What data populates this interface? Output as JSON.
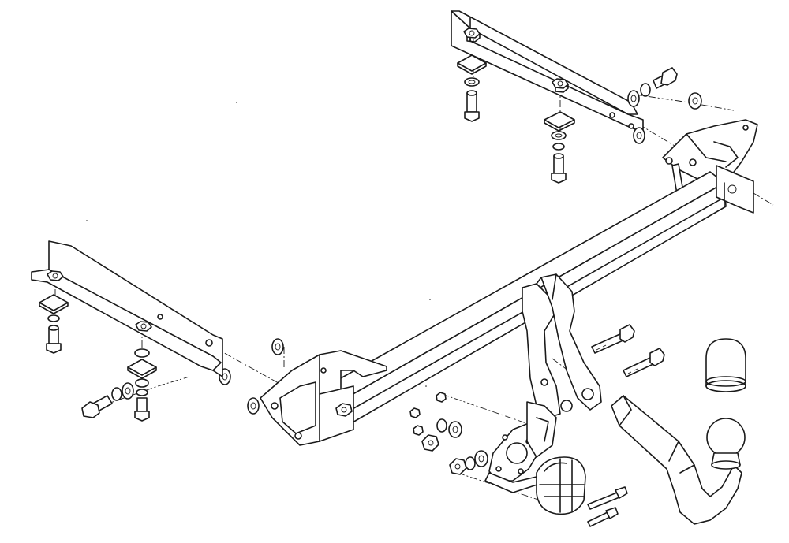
{
  "colors": {
    "line": "#1a1a1a",
    "background": "#ffffff"
  },
  "parts": [
    "rear-left-bracket",
    "rear-right-bracket",
    "crossbar",
    "left-mount-plate",
    "right-mount-plate",
    "ball-mount-plates",
    "tow-arm",
    "tow-ball",
    "ball-cover-cap",
    "socket-bracket",
    "electrical-socket",
    "bolts",
    "washers",
    "nuts"
  ]
}
